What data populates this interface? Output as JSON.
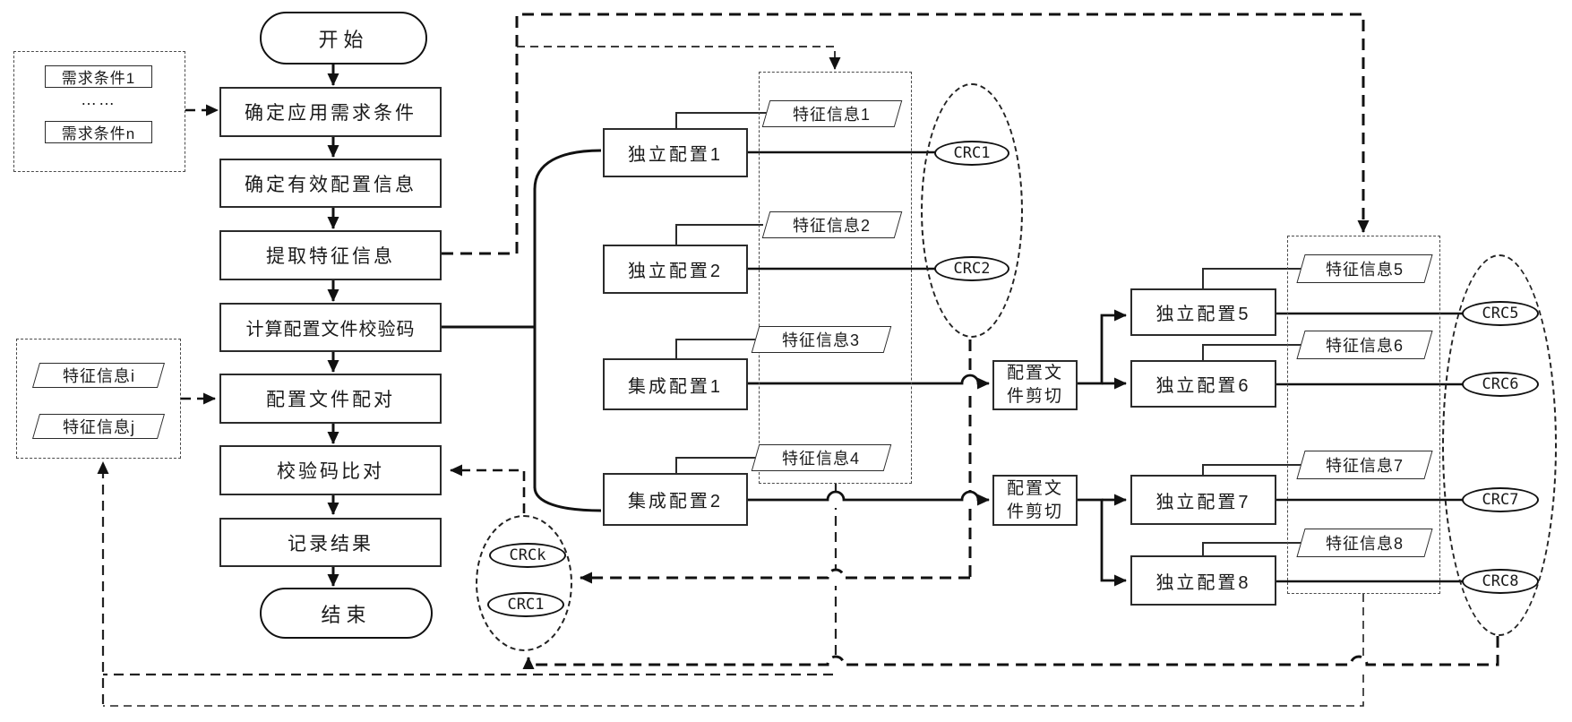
{
  "colors": {
    "ink": "#1a1a1a",
    "background": "#ffffff"
  },
  "flow": {
    "start": "开始",
    "end": "结束",
    "steps": [
      "确定应用需求条件",
      "确定有效配置信息",
      "提取特征信息",
      "计算配置文件校验码",
      "配置文件配对",
      "校验码比对",
      "记录结果"
    ]
  },
  "requirements": {
    "first": "需求条件1",
    "dots": "……",
    "last": "需求条件n"
  },
  "feature_pair": {
    "i": "特征信息i",
    "j": "特征信息j"
  },
  "mid": {
    "configs": [
      "独立配置1",
      "独立配置2",
      "集成配置1",
      "集成配置2"
    ],
    "features": [
      "特征信息1",
      "特征信息2",
      "特征信息3",
      "特征信息4"
    ],
    "crcs": [
      "CRC1",
      "CRC2"
    ]
  },
  "crc_compare": {
    "top": "CRCk",
    "bottom": "CRC1"
  },
  "cut": {
    "label": "配置文件剪切"
  },
  "right": {
    "configs": [
      "独立配置5",
      "独立配置6",
      "独立配置7",
      "独立配置8"
    ],
    "features": [
      "特征信息5",
      "特征信息6",
      "特征信息7",
      "特征信息8"
    ],
    "crcs": [
      "CRC5",
      "CRC6",
      "CRC7",
      "CRC8"
    ]
  }
}
